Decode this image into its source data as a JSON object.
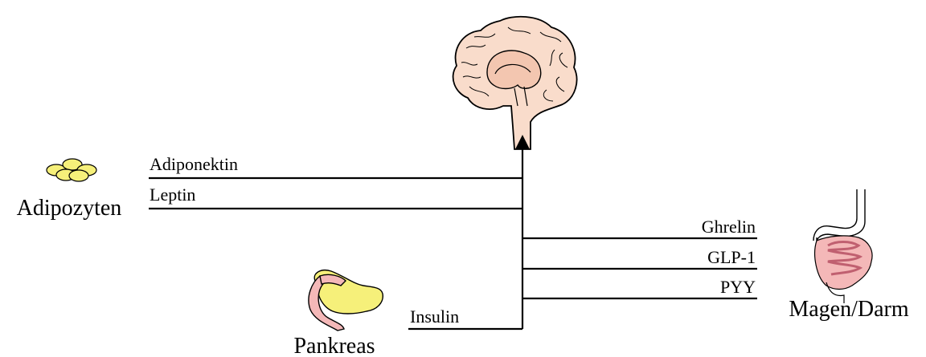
{
  "organs": {
    "adipocytes": {
      "label": "Adipozyten",
      "icon": "fat-cells-icon",
      "color": "#f6f07a"
    },
    "pancreas": {
      "label": "Pankreas",
      "icon": "pancreas-icon",
      "color": "#f6f07a"
    },
    "gut": {
      "label": "Magen/Darm",
      "icon": "stomach-intestine-icon",
      "color": "#f4b8b8"
    },
    "brain": {
      "icon": "brain-icon",
      "color": "#f9dccb"
    }
  },
  "hormones": {
    "adiponektin": "Adiponektin",
    "leptin": "Leptin",
    "ghrelin": "Ghrelin",
    "glp1": "GLP-1",
    "pyy": "PYY",
    "insulin": "Insulin"
  }
}
